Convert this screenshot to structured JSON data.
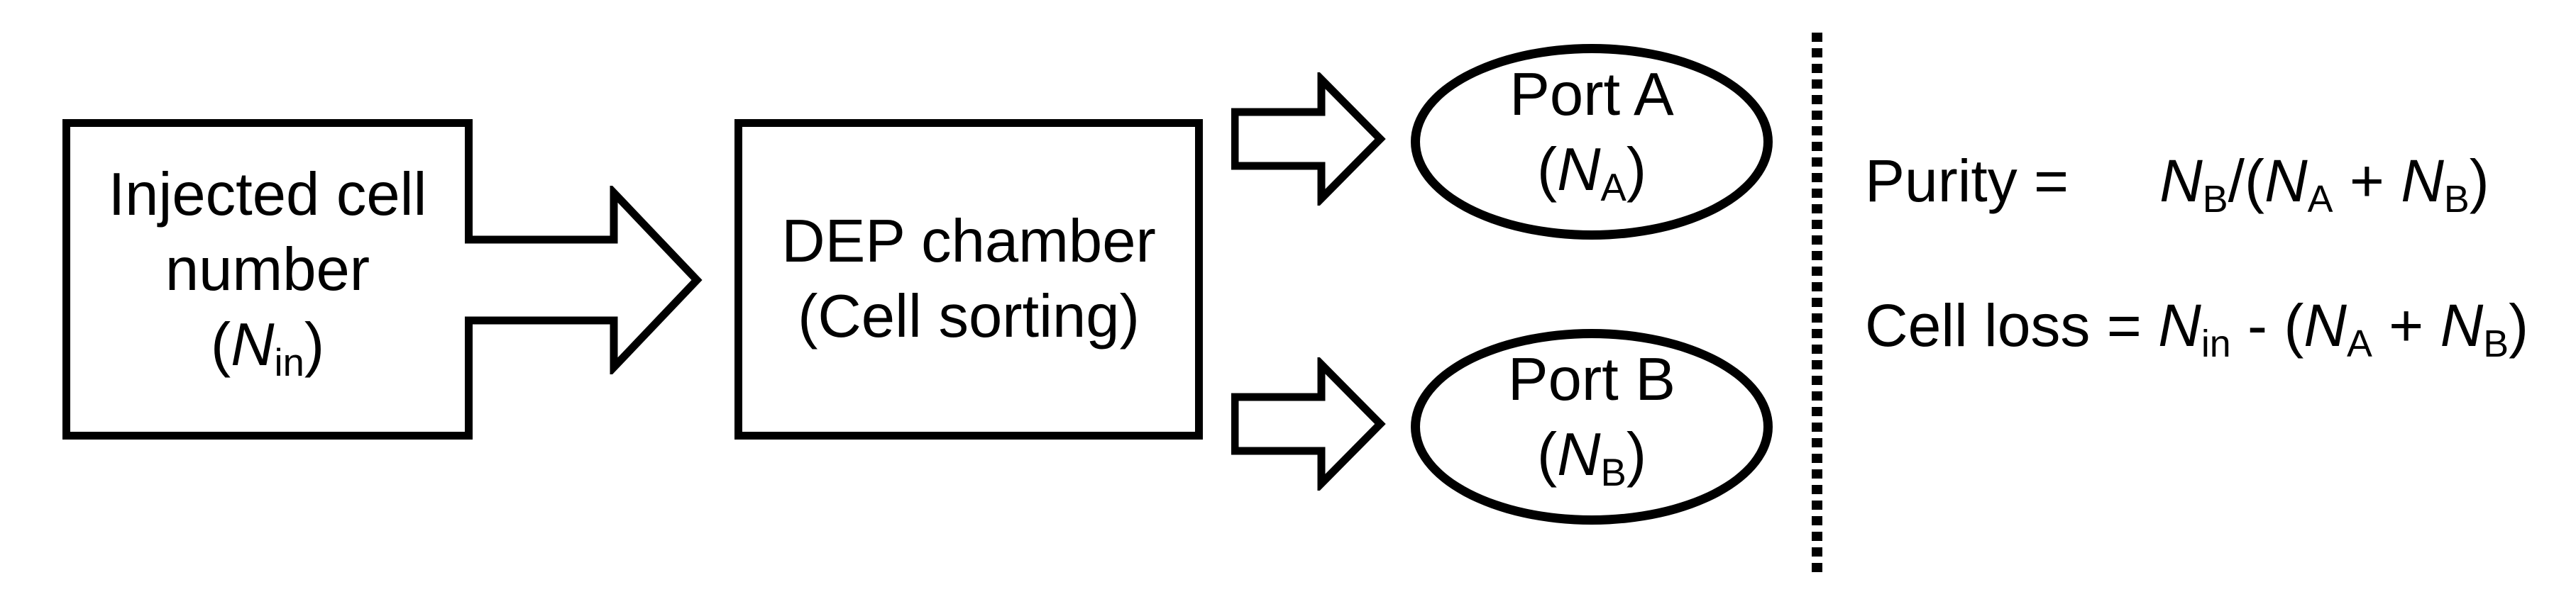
{
  "figure": {
    "colors": {
      "ink": "#000000",
      "background": "#ffffff"
    },
    "input_box": {
      "line1": "Injected cell",
      "line2": "number",
      "line3_parts": [
        {
          "t": "txt",
          "v": "("
        },
        {
          "t": "var",
          "v": "N"
        },
        {
          "t": "sub",
          "v": "in"
        },
        {
          "t": "txt",
          "v": ")"
        }
      ]
    },
    "chamber_box": {
      "line1": "DEP chamber",
      "line2": "(Cell sorting)"
    },
    "port_a": {
      "line1": "Port A",
      "line2_parts": [
        {
          "t": "txt",
          "v": "("
        },
        {
          "t": "var",
          "v": "N"
        },
        {
          "t": "sub",
          "v": "A"
        },
        {
          "t": "txt",
          "v": ")"
        }
      ]
    },
    "port_b": {
      "line1": "Port B",
      "line2_parts": [
        {
          "t": "txt",
          "v": "("
        },
        {
          "t": "var",
          "v": "N"
        },
        {
          "t": "sub",
          "v": "B"
        },
        {
          "t": "txt",
          "v": ")"
        }
      ]
    },
    "purity_parts": [
      {
        "t": "txt",
        "v": "Purity ="
      },
      {
        "t": "gap"
      },
      {
        "t": "var",
        "v": "N"
      },
      {
        "t": "sub",
        "v": "B"
      },
      {
        "t": "txt",
        "v": "/("
      },
      {
        "t": "var",
        "v": "N"
      },
      {
        "t": "sub",
        "v": "A"
      },
      {
        "t": "txt",
        "v": " + "
      },
      {
        "t": "var",
        "v": "N"
      },
      {
        "t": "sub",
        "v": "B"
      },
      {
        "t": "txt",
        "v": ")"
      }
    ],
    "cell_loss_parts": [
      {
        "t": "txt",
        "v": "Cell loss = "
      },
      {
        "t": "var",
        "v": "N"
      },
      {
        "t": "sub",
        "v": "in"
      },
      {
        "t": "txt",
        "v": " - ("
      },
      {
        "t": "var",
        "v": "N"
      },
      {
        "t": "sub",
        "v": "A"
      },
      {
        "t": "txt",
        "v": " + "
      },
      {
        "t": "var",
        "v": "N"
      },
      {
        "t": "sub",
        "v": "B"
      },
      {
        "t": "txt",
        "v": ")"
      }
    ]
  }
}
